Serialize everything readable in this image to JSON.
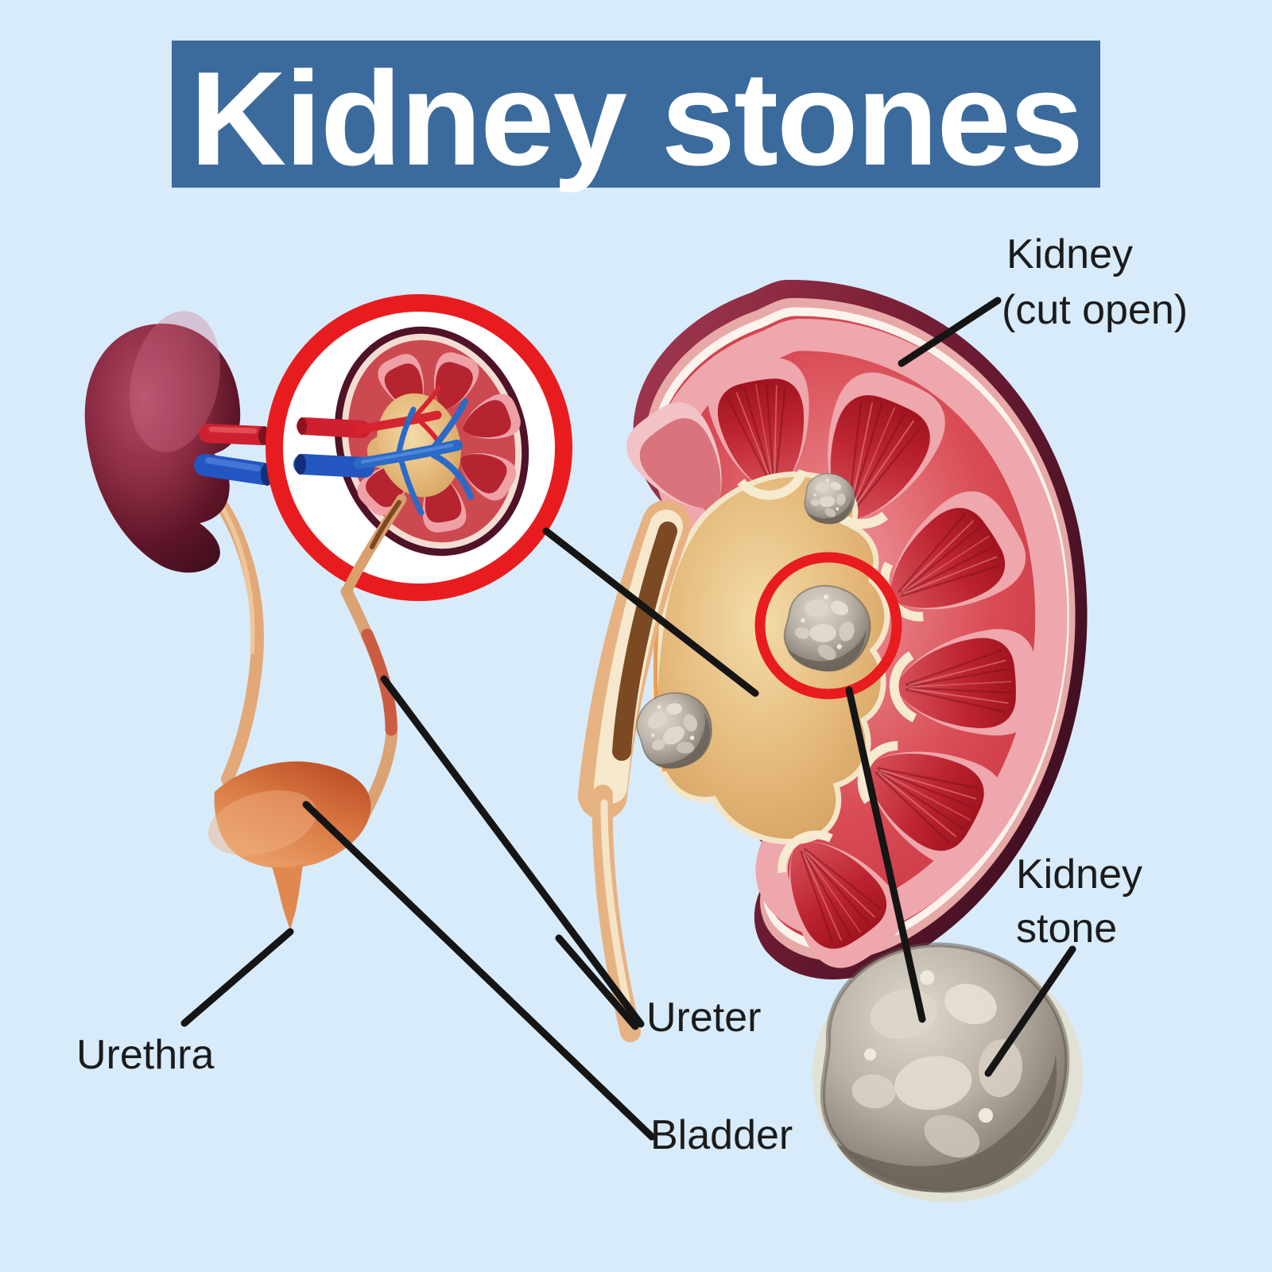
{
  "title": {
    "text": "Kidney stones"
  },
  "labels": {
    "kidney_cut_open": {
      "line1": "Kidney",
      "line2": "(cut open)"
    },
    "kidney_stone": {
      "line1": "Kidney",
      "line2": "stone"
    },
    "ureter": "Ureter",
    "urethra": "Urethra",
    "bladder": "Bladder"
  },
  "colors": {
    "background": "#d7ebfa",
    "banner_blue": "#3b6b9c",
    "title_text": "#ffffff",
    "label_text": "#1b1b1b",
    "leader_line": "#151515",
    "highlight_ring_red": "#e81c1e",
    "kidney_capsule_maroon": "#5c1628",
    "cortex_red": "#cf3b44",
    "pyramid_red": "#a81723",
    "renal_pelvis_tan": "#e2b877",
    "kidney_stone_gray": "#a29a90",
    "bladder_orange": "#dd8450",
    "artery_red": "#ce2130",
    "vein_blue": "#2356c0",
    "ureter_tan": "#e3a878"
  }
}
